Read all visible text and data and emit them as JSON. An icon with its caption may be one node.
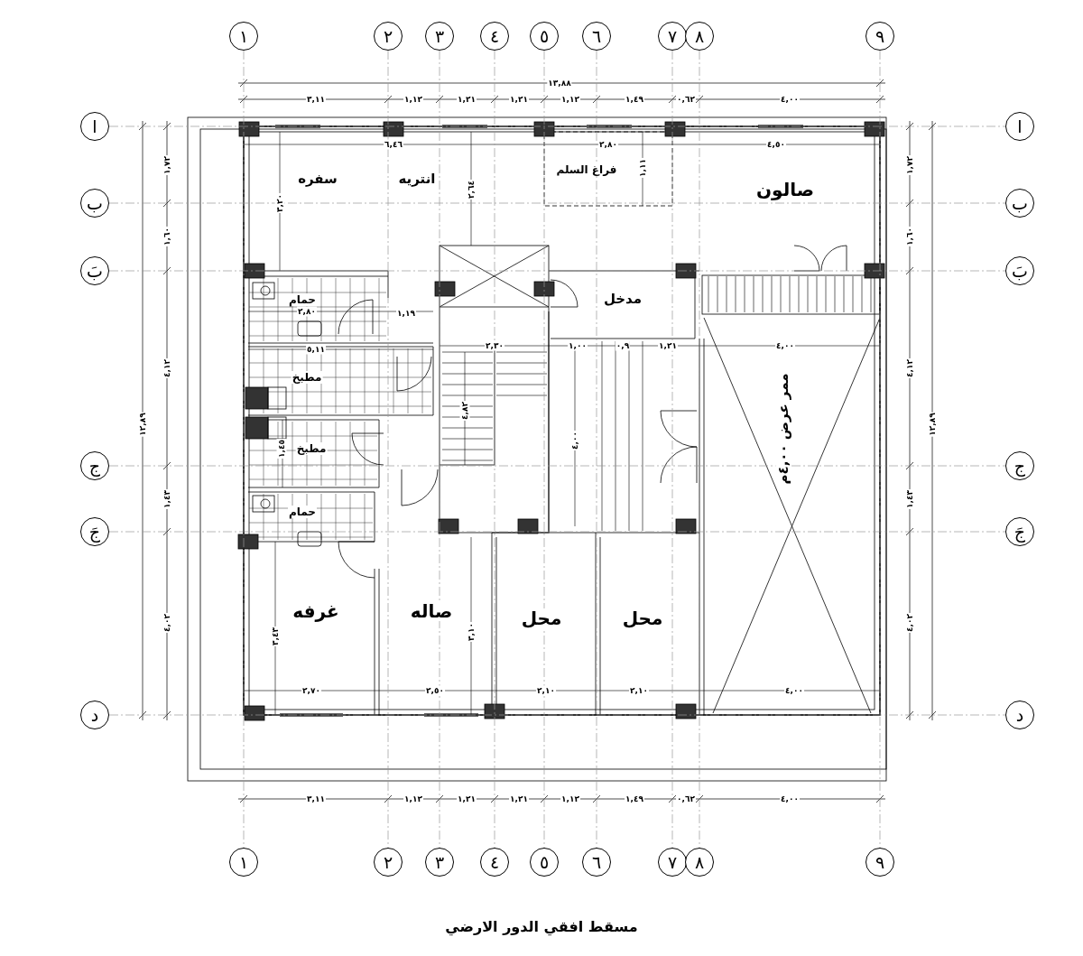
{
  "diagram": {
    "title": "مسقط افقي الدور الارضي",
    "nodes": [
      {
        "text": [
          "١"
        ]
      },
      {
        "text": [
          "٢"
        ]
      },
      {
        "text": [
          "٣"
        ]
      },
      {
        "text": [
          "٤"
        ]
      },
      {
        "text": [
          "٥"
        ]
      },
      {
        "text": [
          "٦"
        ]
      },
      {
        "text": [
          "٧"
        ]
      },
      {
        "text": [
          "٨"
        ]
      },
      {
        "text": [
          "٩"
        ]
      },
      {
        "text": [
          "ا"
        ]
      },
      {
        "text": [
          "ب"
        ]
      },
      {
        "text": [
          "بَ"
        ]
      },
      {
        "text": [
          "ج"
        ]
      },
      {
        "text": [
          "جَ"
        ]
      },
      {
        "text": [
          "د"
        ]
      },
      {
        "text": [
          "ا"
        ]
      },
      {
        "text": [
          "ب"
        ]
      },
      {
        "text": [
          "بَ"
        ]
      },
      {
        "text": [
          "ج"
        ]
      },
      {
        "text": [
          "جَ"
        ]
      },
      {
        "text": [
          "د"
        ]
      },
      {
        "text": [
          "١"
        ]
      },
      {
        "text": [
          "٢"
        ]
      },
      {
        "text": [
          "٣"
        ]
      },
      {
        "text": [
          "٤"
        ]
      },
      {
        "text": [
          "٥"
        ]
      },
      {
        "text": [
          "٦"
        ]
      },
      {
        "text": [
          "٧"
        ]
      },
      {
        "text": [
          "٨"
        ]
      },
      {
        "text": [
          "٩"
        ]
      }
    ],
    "edges": [
      {
        "from": 0,
        "to": 21,
        "arrow": "none",
        "style": "dashed"
      },
      {
        "from": 1,
        "to": 22,
        "arrow": "none",
        "style": "dashed"
      },
      {
        "from": 2,
        "to": 23,
        "arrow": "none",
        "style": "dashed"
      },
      {
        "from": 3,
        "to": 24,
        "arrow": "none",
        "style": "dashed"
      },
      {
        "from": 4,
        "to": 25,
        "arrow": "none",
        "style": "dashed"
      },
      {
        "from": 5,
        "to": 26,
        "arrow": "none",
        "style": "dashed"
      },
      {
        "from": 6,
        "to": 27,
        "arrow": "none",
        "style": "dashed"
      },
      {
        "from": 7,
        "to": 28,
        "arrow": "none",
        "style": "dashed"
      },
      {
        "from": 8,
        "to": 29,
        "arrow": "none",
        "style": "dashed"
      },
      {
        "from": 9,
        "to": 15,
        "arrow": "none",
        "style": "dashed"
      },
      {
        "from": 10,
        "to": 16,
        "arrow": "none",
        "style": "dashed"
      },
      {
        "from": 11,
        "to": 17,
        "arrow": "none",
        "style": "dashed"
      },
      {
        "from": 12,
        "to": 18,
        "arrow": "none",
        "style": "dashed"
      },
      {
        "from": 13,
        "to": 19,
        "arrow": "none",
        "style": "dashed"
      },
      {
        "from": 14,
        "to": 20,
        "arrow": "none",
        "style": "dashed"
      }
    ],
    "labels": [
      "١٣,٨٨",
      "٣,١١",
      "١,١٢",
      "١,٢١",
      "١,٢١",
      "١,١٢",
      "١,٤٩",
      "٠,٦٢",
      "٤,٠٠",
      "٦,٤٦",
      "٢,٨٠",
      "٤,٥٠",
      "سفره",
      "انتريه",
      "٢,٦٤",
      "فراغ السلم",
      "١,١١",
      "صالون",
      "٣,٢٠",
      "حمام",
      "مدخل",
      "٢,٨٠",
      "١,١٩",
      "٥,١١",
      "٢,٣٠",
      "١,٠٠",
      "٠,٩",
      "١,٢١",
      "٤,٠٠",
      "مطبخ",
      "٤,٨٢",
      "٤,٠٠",
      "ممر عرض ٤,٠٠م",
      "مطبخ",
      "١,٤٥",
      "حمام",
      "غرفه",
      "صاله",
      "٣,٤٣",
      "٣,١٠",
      "محل",
      "محل",
      "٢,٧٠",
      "٢,٥٠",
      "٢,١٠",
      "٢,١٠",
      "٤,٠٠",
      "١٢,٨٩",
      "١,٧٢",
      "١,٦٠",
      "٤,١٢",
      "١,٤٣",
      "٤,٠٢",
      "١٢,٨٩",
      "١,٧٢",
      "١,٦٠",
      "٤,١٢",
      "١,٤٣",
      "٤,٠٢",
      "٣,١١",
      "١,١٢",
      "١,٢١",
      "١,٢١",
      "١,١٢",
      "١,٤٩",
      "٠,٦٢",
      "٤,٠٠"
    ]
  }
}
